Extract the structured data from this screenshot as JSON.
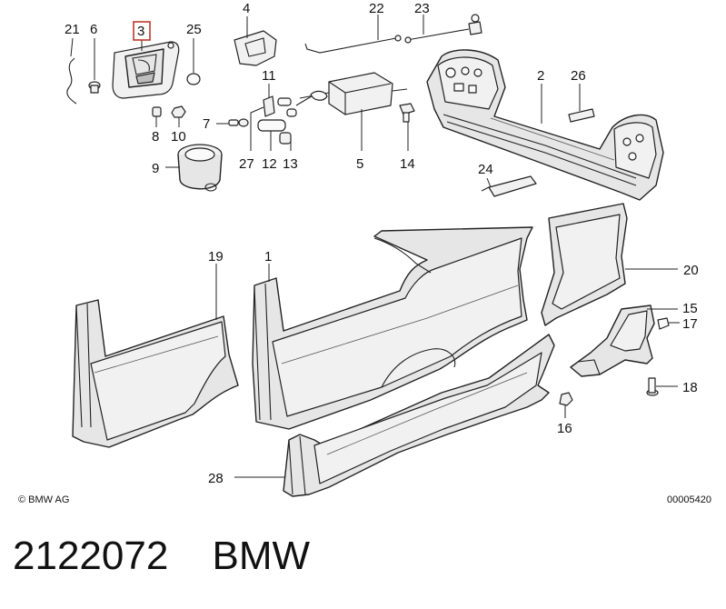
{
  "diagram": {
    "callouts": {
      "c1": "1",
      "c2": "2",
      "c3": "3",
      "c4": "4",
      "c5": "5",
      "c6": "6",
      "c7": "7",
      "c8": "8",
      "c9": "9",
      "c10": "10",
      "c11": "11",
      "c12": "12",
      "c13": "13",
      "c14": "14",
      "c15": "15",
      "c16": "16",
      "c17": "17",
      "c18": "18",
      "c19": "19",
      "c20": "20",
      "c21": "21",
      "c22": "22",
      "c23": "23",
      "c24": "24",
      "c25": "25",
      "c26": "26",
      "c27": "27",
      "c28": "28"
    },
    "highlighted_callout": "3",
    "highlight_color": "#c0392b",
    "copyright": "© BMW AG",
    "drawing_number": "00005420"
  },
  "caption": {
    "part_number": "2122072",
    "brand": "BMW"
  }
}
